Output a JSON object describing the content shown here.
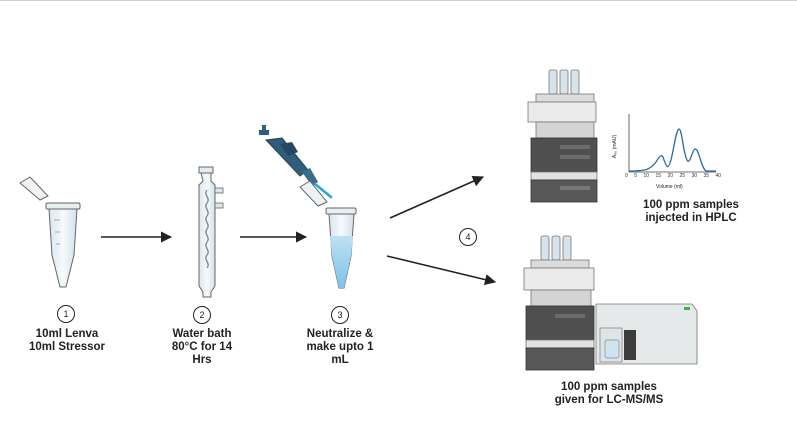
{
  "steps": [
    {
      "number": "1",
      "line1": "10ml Lenva",
      "line2": "10ml Stressor",
      "line3": ""
    },
    {
      "number": "2",
      "line1": "Water bath",
      "line2": "80°C for 14",
      "line3": "Hrs"
    },
    {
      "number": "3",
      "line1": "Neutralize &",
      "line2": "make upto 1",
      "line3": "mL"
    },
    {
      "number": "4"
    }
  ],
  "outputs": {
    "hplc": {
      "line1": "100 ppm samples",
      "line2": "injected in HPLC"
    },
    "lcms": {
      "line1": "100 ppm samples",
      "line2": "given for LC-MS/MS"
    }
  },
  "chromatogram": {
    "ylabel": "A₈₀ (mAU)",
    "xlabel": "Volume (ml)",
    "xticks": [
      "0",
      "5",
      "10",
      "15",
      "20",
      "25",
      "30",
      "35",
      "40"
    ]
  }
}
